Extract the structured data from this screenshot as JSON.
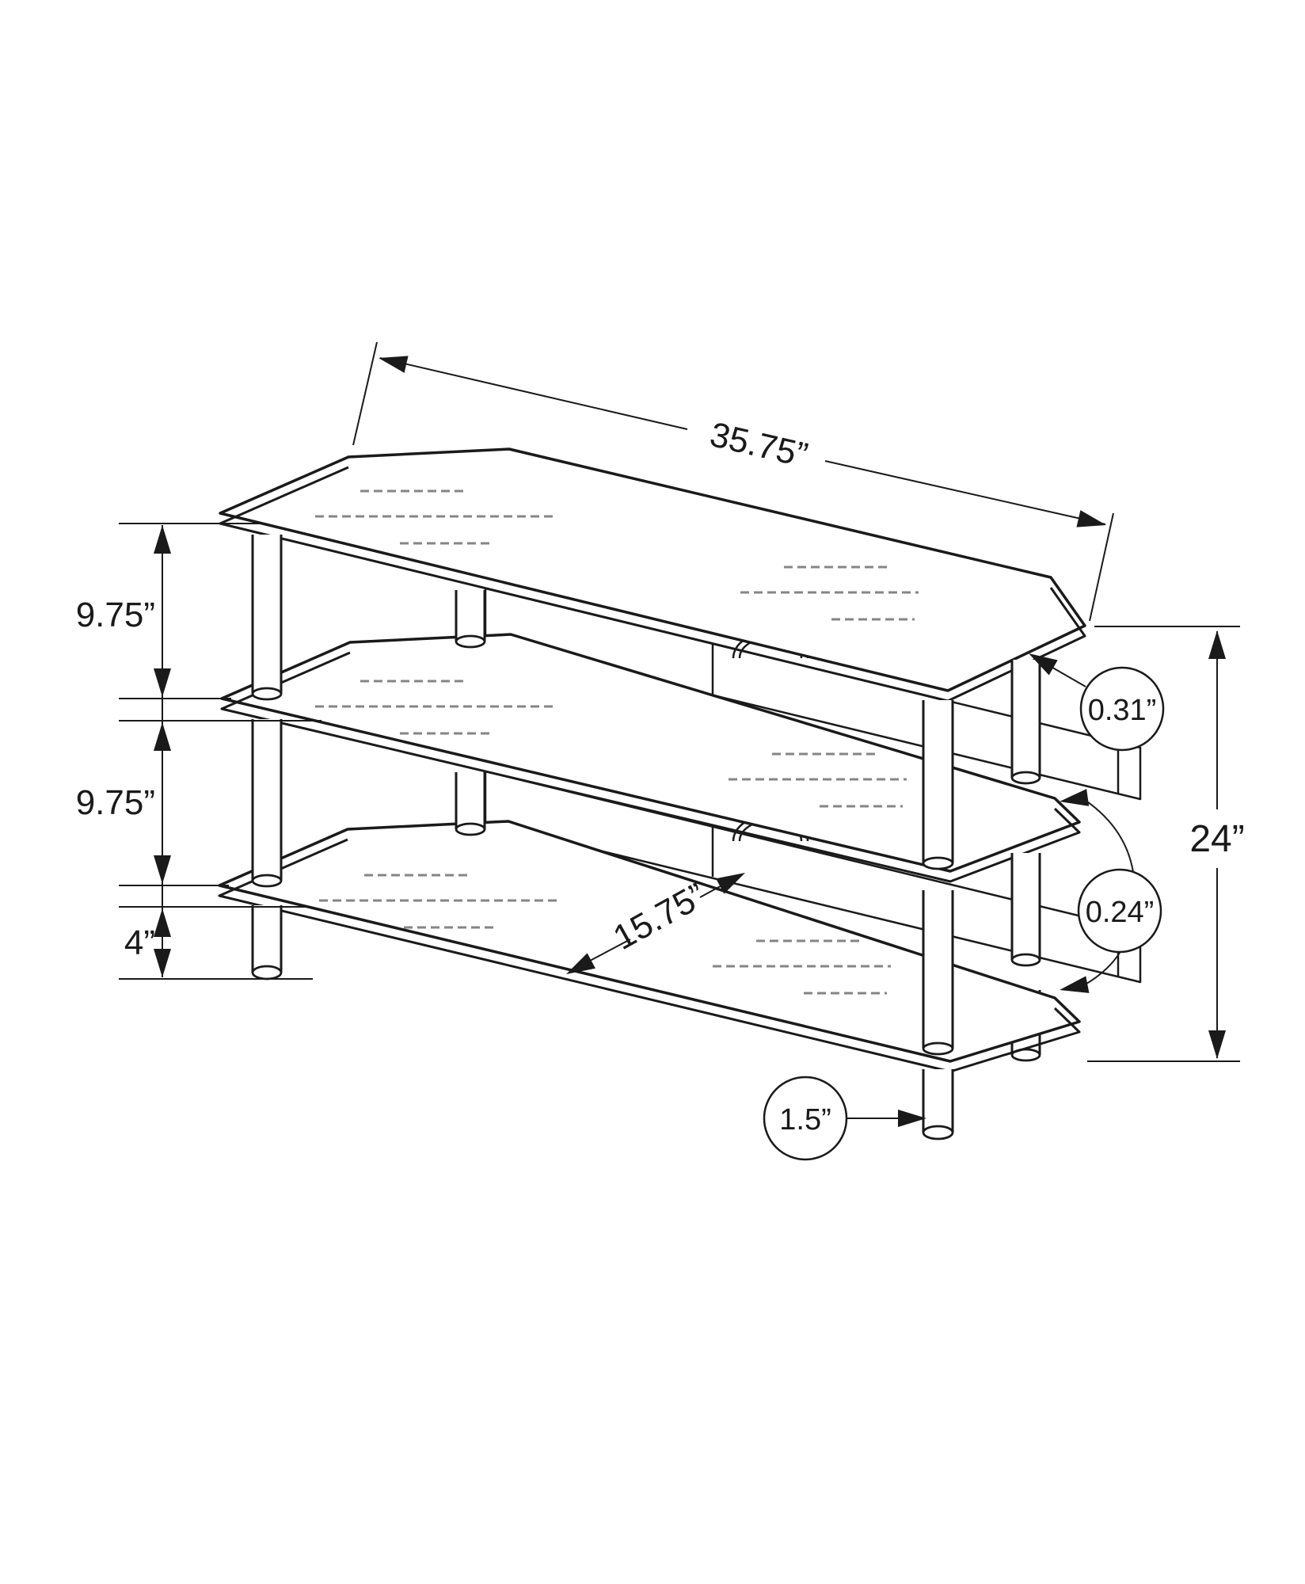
{
  "diagram": {
    "title": "tv-stand-dimension-drawing",
    "subject": "3-tier corner TV stand line drawing",
    "colors": {
      "line": "#1a1a1a",
      "grain": "#858585",
      "background": "#ffffff"
    },
    "dimensions": {
      "width": {
        "label": "35.75”"
      },
      "gap_top": {
        "label": "9.75”"
      },
      "gap_bottom": {
        "label": "9.75”"
      },
      "ground_clearance": {
        "label": "4”"
      },
      "height": {
        "label": "24”"
      },
      "top_thickness": {
        "label": "0.31”"
      },
      "shelf_thickness": {
        "label": "0.24”"
      },
      "depth": {
        "label": "15.75”"
      },
      "leg_diameter": {
        "label": "1.5”"
      }
    }
  }
}
